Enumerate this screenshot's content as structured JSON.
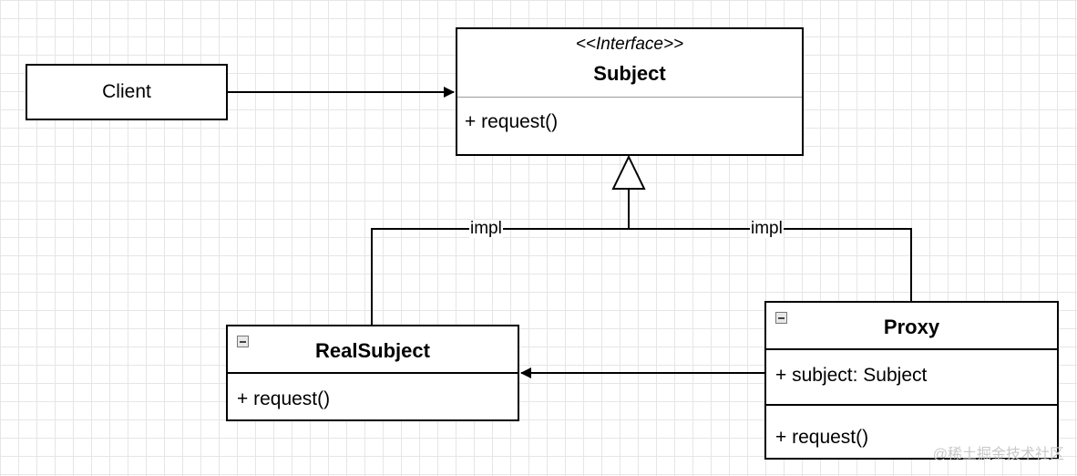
{
  "diagram": {
    "client": {
      "label": "Client"
    },
    "subject": {
      "stereotype": "<<Interface>>",
      "name": "Subject",
      "operations": [
        "+ request()"
      ]
    },
    "real_subject": {
      "name": "RealSubject",
      "operations": [
        "+ request()"
      ]
    },
    "proxy": {
      "name": "Proxy",
      "attributes": [
        "+ subject: Subject"
      ],
      "operations": [
        "+ request()"
      ]
    },
    "edges": {
      "impl_left": "impl",
      "impl_right": "impl"
    },
    "watermark": "@稀土掘金技术社区"
  }
}
